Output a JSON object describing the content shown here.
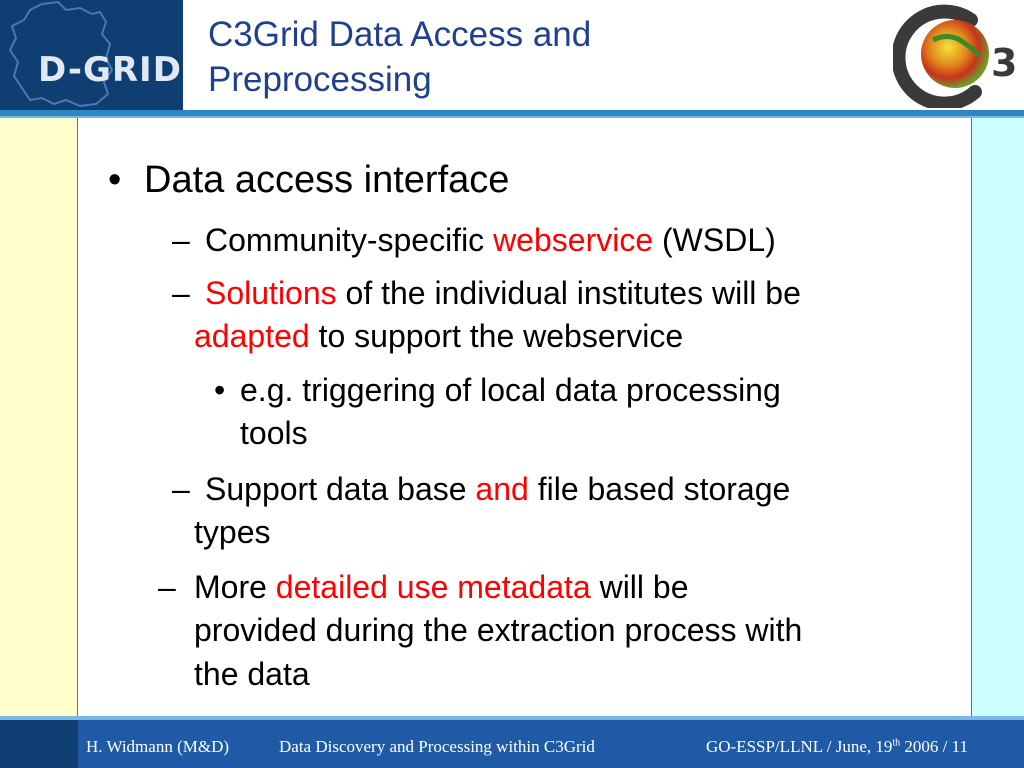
{
  "header": {
    "title_line1": "C3Grid Data Access and",
    "title_line2": "Preprocessing",
    "left_logo": {
      "text": "D-GRID",
      "icon": "germany-map-icon",
      "bg_color": "#0f3e73"
    },
    "right_logo": {
      "text": "C3",
      "icon": "globe-icon"
    }
  },
  "colors": {
    "title": "#1f3f8f",
    "highlight": "#ff0000",
    "left_band": "#ffffcc",
    "right_band": "#ccffff",
    "footer": "#1f5aa6"
  },
  "bullets": {
    "b1": {
      "marker": "•",
      "text": "Data access interface"
    },
    "b1_1": {
      "marker": "–",
      "pre": "Community-specific ",
      "red": "webservice",
      "post": " (WSDL)"
    },
    "b1_2": {
      "marker": "–",
      "red1": "Solutions",
      "mid": " of the individual institutes will be",
      "red2": "adapted",
      "post": " to support the webservice"
    },
    "b1_2_1": {
      "marker": "•",
      "line1": "e.g. triggering of local data processing",
      "line2": "tools"
    },
    "b1_3": {
      "marker": "–",
      "pre": "Support data base ",
      "red": "and",
      "post": " file based storage",
      "line2": "types"
    },
    "b1_4": {
      "marker": "–",
      "pre": "More ",
      "red": "detailed use metadata",
      "post": " will be",
      "line2": "provided during the extraction process with",
      "line3": "the data"
    }
  },
  "footer": {
    "author": "H. Widmann (M&D)",
    "talk": "Data Discovery and Processing  within C3Grid",
    "event_pre": "GO-ESSP/LLNL / June, 19",
    "event_sup": "th",
    "event_post": " 2006 / 11"
  }
}
